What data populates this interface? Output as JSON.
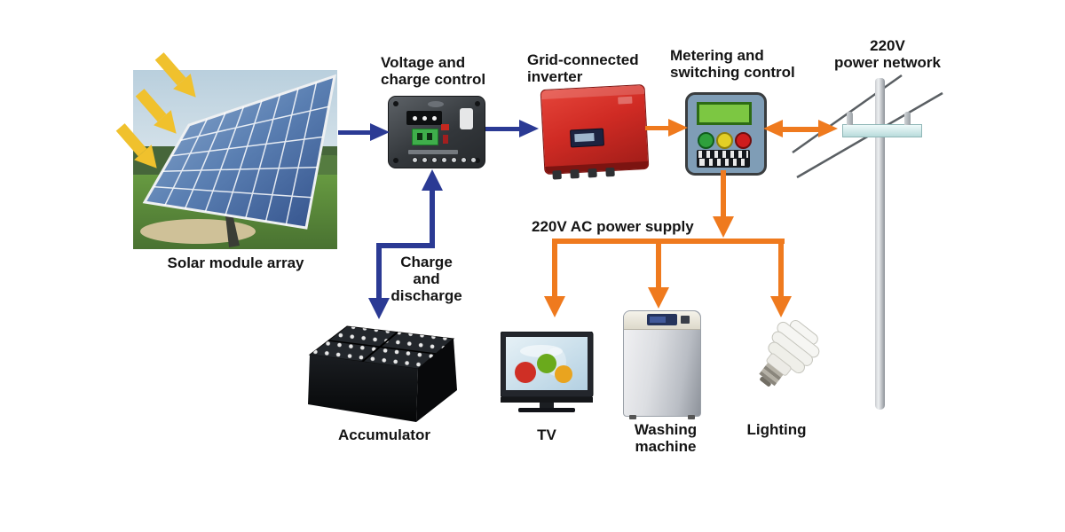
{
  "diagram_type": "solar-grid-power-system-flow",
  "colors": {
    "dc_flow_blue": "#2b3a94",
    "ac_flow_orange": "#ef7a1e",
    "sunlight_yellow": "#f0c12d",
    "lcd_green": "#7cc742",
    "inverter_red": "#d02b24",
    "meter_body_blue_gray": "#7f9db6"
  },
  "nodes": {
    "solar": {
      "label": "Solar module array"
    },
    "controller": {
      "label_lines": [
        "Voltage and",
        "charge control"
      ]
    },
    "inverter": {
      "label_lines": [
        "Grid-connected",
        "inverter"
      ]
    },
    "metering": {
      "label_lines": [
        "Metering and",
        "switching control"
      ],
      "button_colors": [
        "green",
        "yellow",
        "red"
      ]
    },
    "grid": {
      "label_lines": [
        "220V",
        "power network"
      ]
    },
    "accumulator": {
      "label": "Accumulator"
    },
    "tv": {
      "label": "TV"
    },
    "washer": {
      "label_lines": [
        "Washing",
        "machine"
      ]
    },
    "lighting": {
      "label": "Lighting"
    }
  },
  "edge_labels": {
    "charge_discharge_lines": [
      "Charge",
      "and",
      "discharge"
    ],
    "ac_supply": "220V AC power supply"
  },
  "edges": [
    {
      "from": "solar-module-array",
      "to": "charge-controller",
      "color": "blue",
      "bidirectional": false
    },
    {
      "from": "charge-controller",
      "to": "grid-connected-inverter",
      "color": "blue",
      "bidirectional": false
    },
    {
      "from": "charge-controller",
      "to": "accumulator",
      "color": "blue",
      "bidirectional": true,
      "label": "Charge and discharge"
    },
    {
      "from": "grid-connected-inverter",
      "to": "metering-switching-control",
      "color": "orange",
      "bidirectional": false
    },
    {
      "from": "metering-switching-control",
      "to": "220v-power-network",
      "color": "orange",
      "bidirectional": true
    },
    {
      "from": "metering-switching-control",
      "to": "ac-supply-bus",
      "color": "orange",
      "bidirectional": false,
      "label": "220V AC power supply"
    },
    {
      "from": "ac-supply-bus",
      "to": "tv",
      "color": "orange",
      "bidirectional": false
    },
    {
      "from": "ac-supply-bus",
      "to": "washing-machine",
      "color": "orange",
      "bidirectional": false
    },
    {
      "from": "ac-supply-bus",
      "to": "lighting",
      "color": "orange",
      "bidirectional": false
    }
  ]
}
